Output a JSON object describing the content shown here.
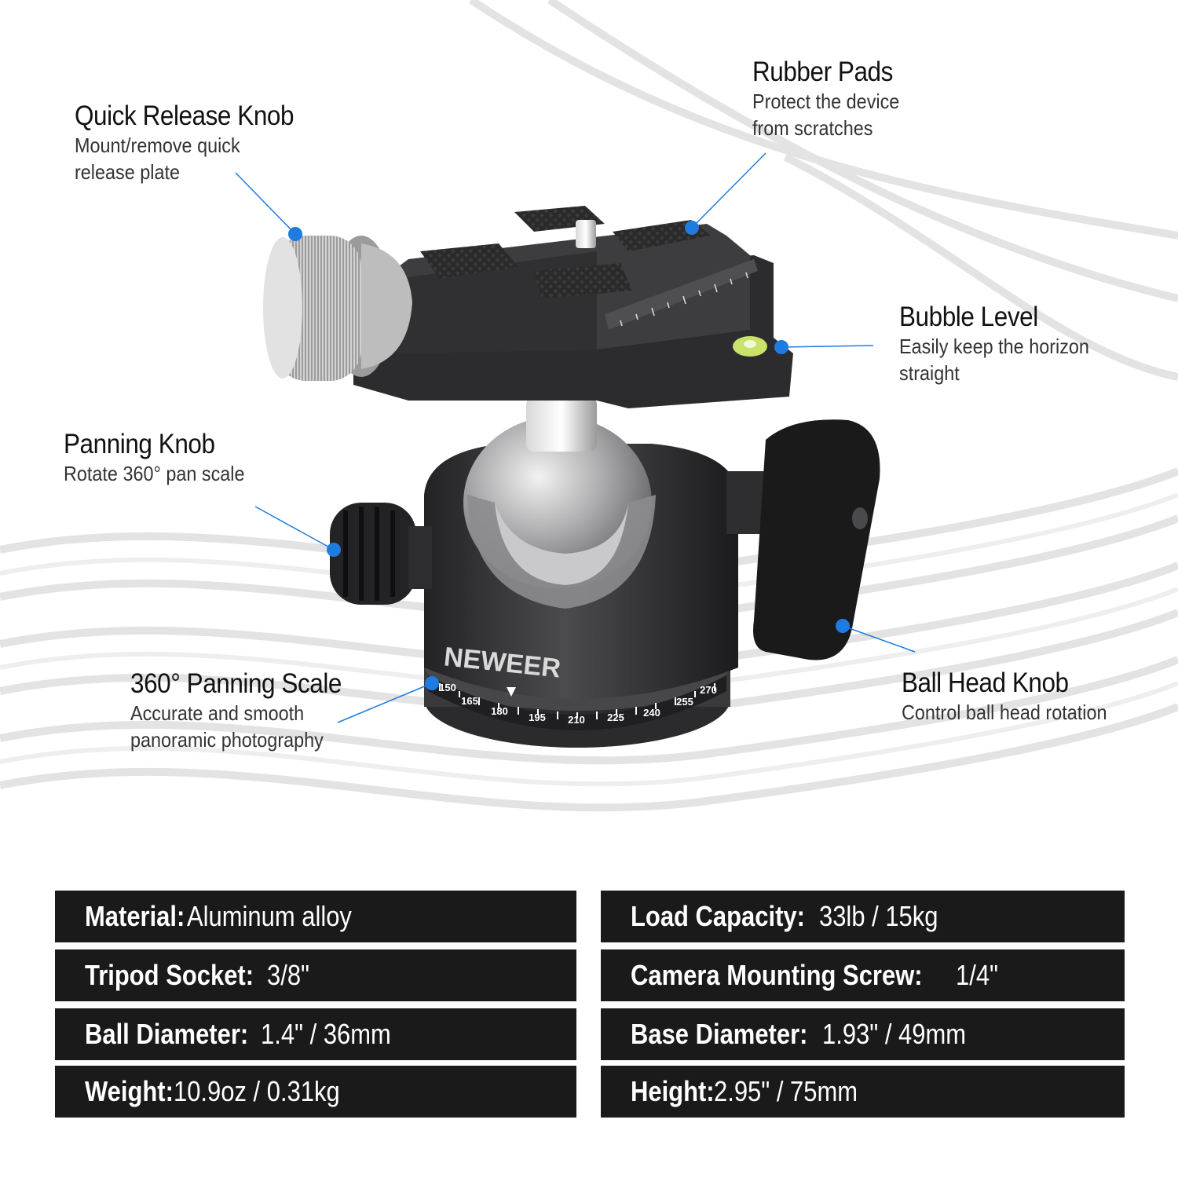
{
  "colors": {
    "accent": "#1e7be0",
    "spec_bg": "#1a1a1a",
    "text": "#111111"
  },
  "brand": "NEWEER",
  "scale_numbers": [
    "150",
    "165",
    "180",
    "195",
    "210",
    "225",
    "240",
    "255",
    "270"
  ],
  "callouts": [
    {
      "id": "quick-release-knob",
      "title": "Quick Release Knob",
      "desc_lines": [
        "Mount/remove quick",
        "release plate"
      ]
    },
    {
      "id": "rubber-pads",
      "title": "Rubber Pads",
      "desc_lines": [
        "Protect the device",
        "from scratches"
      ]
    },
    {
      "id": "bubble-level",
      "title": "Bubble Level",
      "desc_lines": [
        "Easily keep the horizon",
        "straight"
      ]
    },
    {
      "id": "panning-knob",
      "title": "Panning Knob",
      "desc_lines": [
        "Rotate 360° pan scale"
      ]
    },
    {
      "id": "panning-scale",
      "title": "360° Panning Scale",
      "desc_lines": [
        "Accurate and smooth",
        "panoramic photography"
      ]
    },
    {
      "id": "ball-head-knob",
      "title": "Ball Head Knob",
      "desc_lines": [
        "Control ball head rotation"
      ]
    }
  ],
  "specs": [
    {
      "key": "Material:",
      "value": "Aluminum alloy"
    },
    {
      "key": "Load Capacity:",
      "value": "33lb / 15kg"
    },
    {
      "key": "Tripod Socket:",
      "value": "3/8\""
    },
    {
      "key": "Camera Mounting Screw:",
      "value": "1/4\""
    },
    {
      "key": "Ball Diameter:",
      "value": "1.4\" / 36mm"
    },
    {
      "key": "Base Diameter:",
      "value": "1.93\" / 49mm"
    },
    {
      "key": "Weight:",
      "value": "10.9oz / 0.31kg"
    },
    {
      "key": "Height:",
      "value": "2.95\" / 75mm"
    }
  ]
}
